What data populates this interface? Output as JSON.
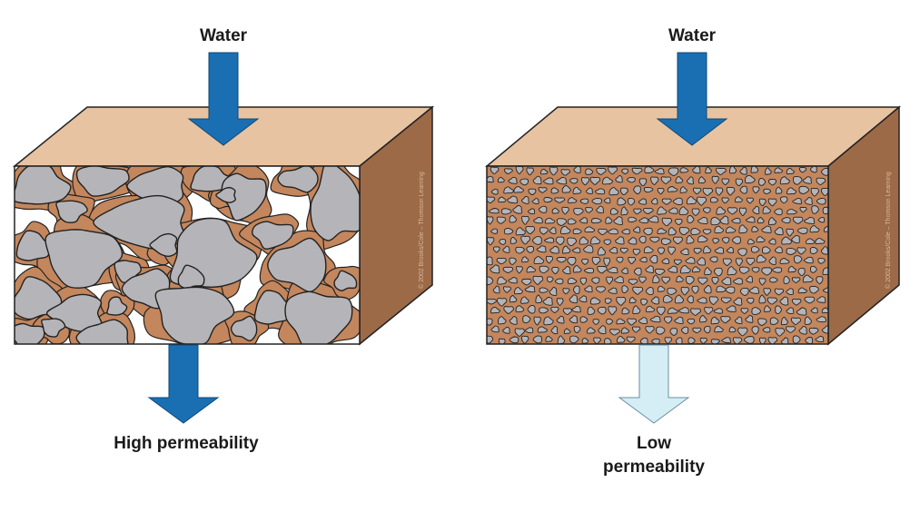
{
  "panels": [
    {
      "id": "high",
      "water_label": "Water",
      "result_label": "High permeability",
      "permeability": "high",
      "copyright": "© 2002 Brooks/Cole – Thomson Learning"
    },
    {
      "id": "low",
      "water_label": "Water",
      "result_label_lines": [
        "Low",
        "permeability"
      ],
      "permeability": "low",
      "copyright": "© 2002 Brooks/Cole – Thomson Learning"
    }
  ],
  "colors": {
    "block_top": "#e8c3a1",
    "block_side": "#9c6a47",
    "matrix": "#c4865c",
    "pebble": "#b5b5b9",
    "pore": "#ffffff",
    "water_in": "#1a6fb3",
    "water_out_high": "#1a6fb3",
    "water_out_low": "#d5eef5"
  }
}
